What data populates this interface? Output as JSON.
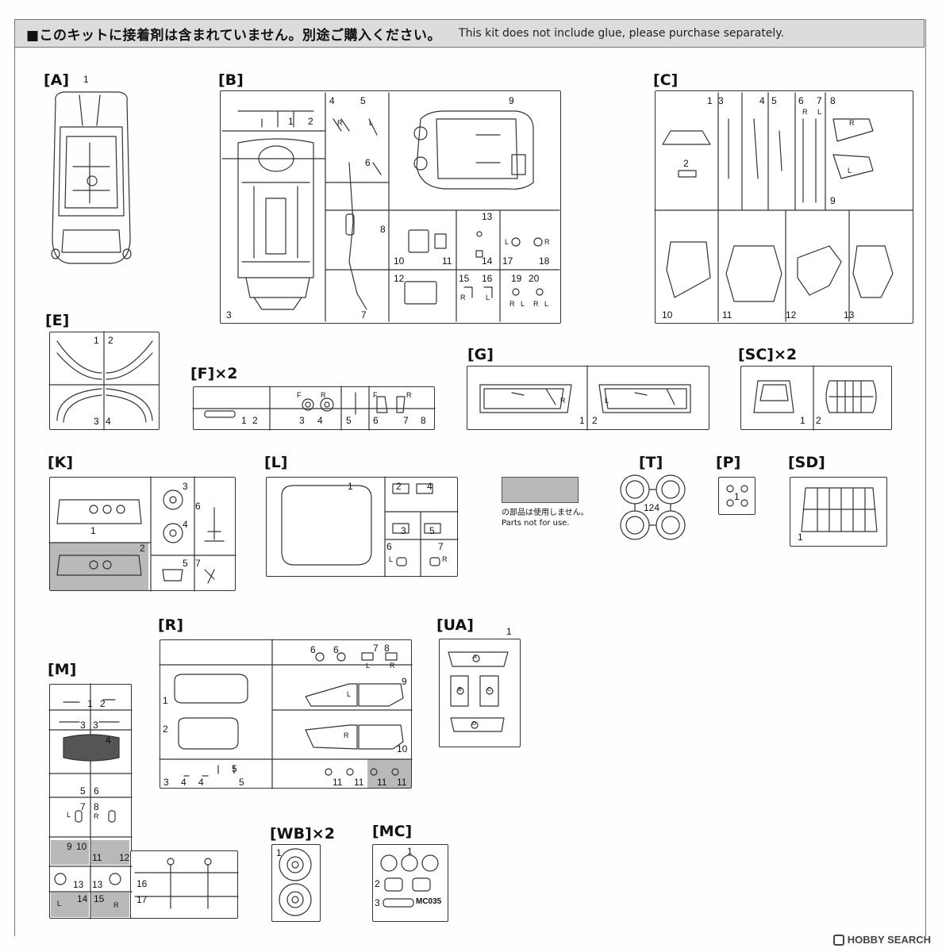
{
  "notice": {
    "jp": "■このキットに接着剤は含まれていません。別途ご購入ください。",
    "en": "This kit does not include glue, please purchase separately."
  },
  "legend": {
    "jp": "の部品は使用しません。",
    "en": "Parts not for use."
  },
  "colors": {
    "unused_fill": "#b9b9b9",
    "line": "#333333"
  },
  "watermark": {
    "icon": "hobby-search-logo-icon",
    "text": "HOBBY SEARCH"
  },
  "sprues": {
    "A": {
      "label": "[A]",
      "parts": [
        "1"
      ]
    },
    "B": {
      "label": "[B]",
      "parts": [
        "1",
        "2",
        "3",
        "4",
        "5",
        "6",
        "7",
        "8",
        "9",
        "10",
        "11",
        "12",
        "13",
        "14",
        "15",
        "16",
        "17",
        "18",
        "19",
        "20"
      ],
      "marks": [
        "R",
        "L",
        "L",
        "R",
        "R",
        "L",
        "R",
        "L",
        "R",
        "L"
      ]
    },
    "C": {
      "label": "[C]",
      "parts": [
        "1",
        "2",
        "3",
        "4",
        "5",
        "6",
        "7",
        "8",
        "9",
        "10",
        "11",
        "12",
        "13"
      ],
      "marks": [
        "R",
        "L",
        "R",
        "L"
      ]
    },
    "E": {
      "label": "[E]",
      "parts": [
        "1",
        "2",
        "3",
        "4"
      ]
    },
    "F": {
      "label": "[F]×2",
      "parts": [
        "1",
        "2",
        "3",
        "4",
        "5",
        "6",
        "7",
        "8"
      ],
      "marks": [
        "F",
        "R",
        "F",
        "R"
      ]
    },
    "G": {
      "label": "[G]",
      "parts": [
        "1",
        "2"
      ],
      "marks": [
        "R",
        "L"
      ]
    },
    "SC": {
      "label": "[SC]×2",
      "parts": [
        "1",
        "2"
      ]
    },
    "K": {
      "label": "[K]",
      "parts": [
        "1",
        "2",
        "3",
        "4",
        "5",
        "6",
        "7"
      ]
    },
    "L": {
      "label": "[L]",
      "parts": [
        "1",
        "2",
        "3",
        "4",
        "5",
        "6",
        "7"
      ],
      "marks": [
        "L",
        "R"
      ]
    },
    "T": {
      "label": "[T]",
      "parts": [
        "124"
      ]
    },
    "P": {
      "label": "[P]",
      "parts": [
        "1"
      ]
    },
    "SD": {
      "label": "[SD]",
      "parts": [
        "1"
      ]
    },
    "R": {
      "label": "[R]",
      "parts": [
        "1",
        "2",
        "3",
        "4",
        "4",
        "5",
        "5",
        "6",
        "6",
        "7",
        "8",
        "9",
        "10",
        "11",
        "11",
        "11",
        "11"
      ],
      "marks": [
        "L",
        "R",
        "L",
        "R"
      ]
    },
    "UA": {
      "label": "[UA]",
      "parts": [
        "1"
      ],
      "marks": [
        "A",
        "B",
        "C",
        "D"
      ]
    },
    "M": {
      "label": "[M]",
      "parts": [
        "1",
        "2",
        "3",
        "3",
        "4",
        "5",
        "6",
        "7",
        "8",
        "9",
        "10",
        "11",
        "12",
        "13",
        "13",
        "14",
        "15",
        "16",
        "17"
      ],
      "marks": [
        "L",
        "R",
        "L",
        "R"
      ]
    },
    "WB": {
      "label": "[WB]×2",
      "parts": [
        "1"
      ]
    },
    "MC": {
      "label": "[MC]",
      "parts": [
        "1",
        "2",
        "3"
      ],
      "stamp": "MC035"
    }
  }
}
